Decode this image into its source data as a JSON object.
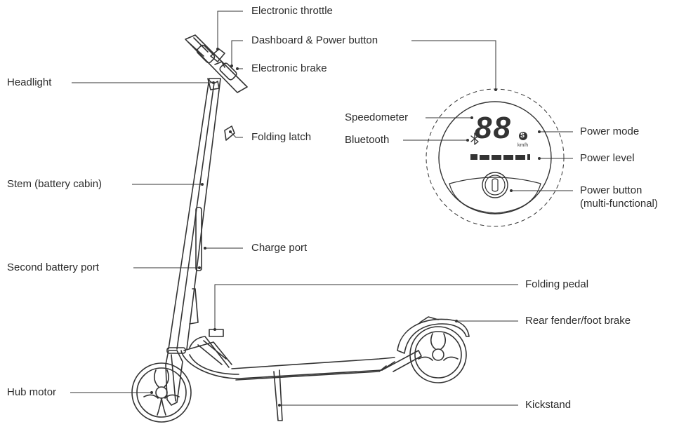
{
  "labels": {
    "electronic_throttle": "Electronic throttle",
    "dashboard_power_button": "Dashboard & Power button",
    "electronic_brake": "Electronic brake",
    "headlight": "Headlight",
    "folding_latch": "Folding latch",
    "stem": "Stem (battery cabin)",
    "charge_port": "Charge port",
    "second_battery_port": "Second battery port",
    "hub_motor": "Hub motor",
    "folding_pedal": "Folding pedal",
    "rear_fender": "Rear fender/foot brake",
    "kickstand": "Kickstand",
    "speedometer": "Speedometer",
    "bluetooth": "Bluetooth",
    "power_mode": "Power mode",
    "power_level": "Power level",
    "power_button_line1": "Power button",
    "power_button_line2": "(multi-functional)"
  },
  "dashboard": {
    "speed_digits": "88",
    "speed_unit": "km/h",
    "mode_letter": "S"
  },
  "colors": {
    "line": "#333333",
    "text": "#2b2b2b"
  }
}
